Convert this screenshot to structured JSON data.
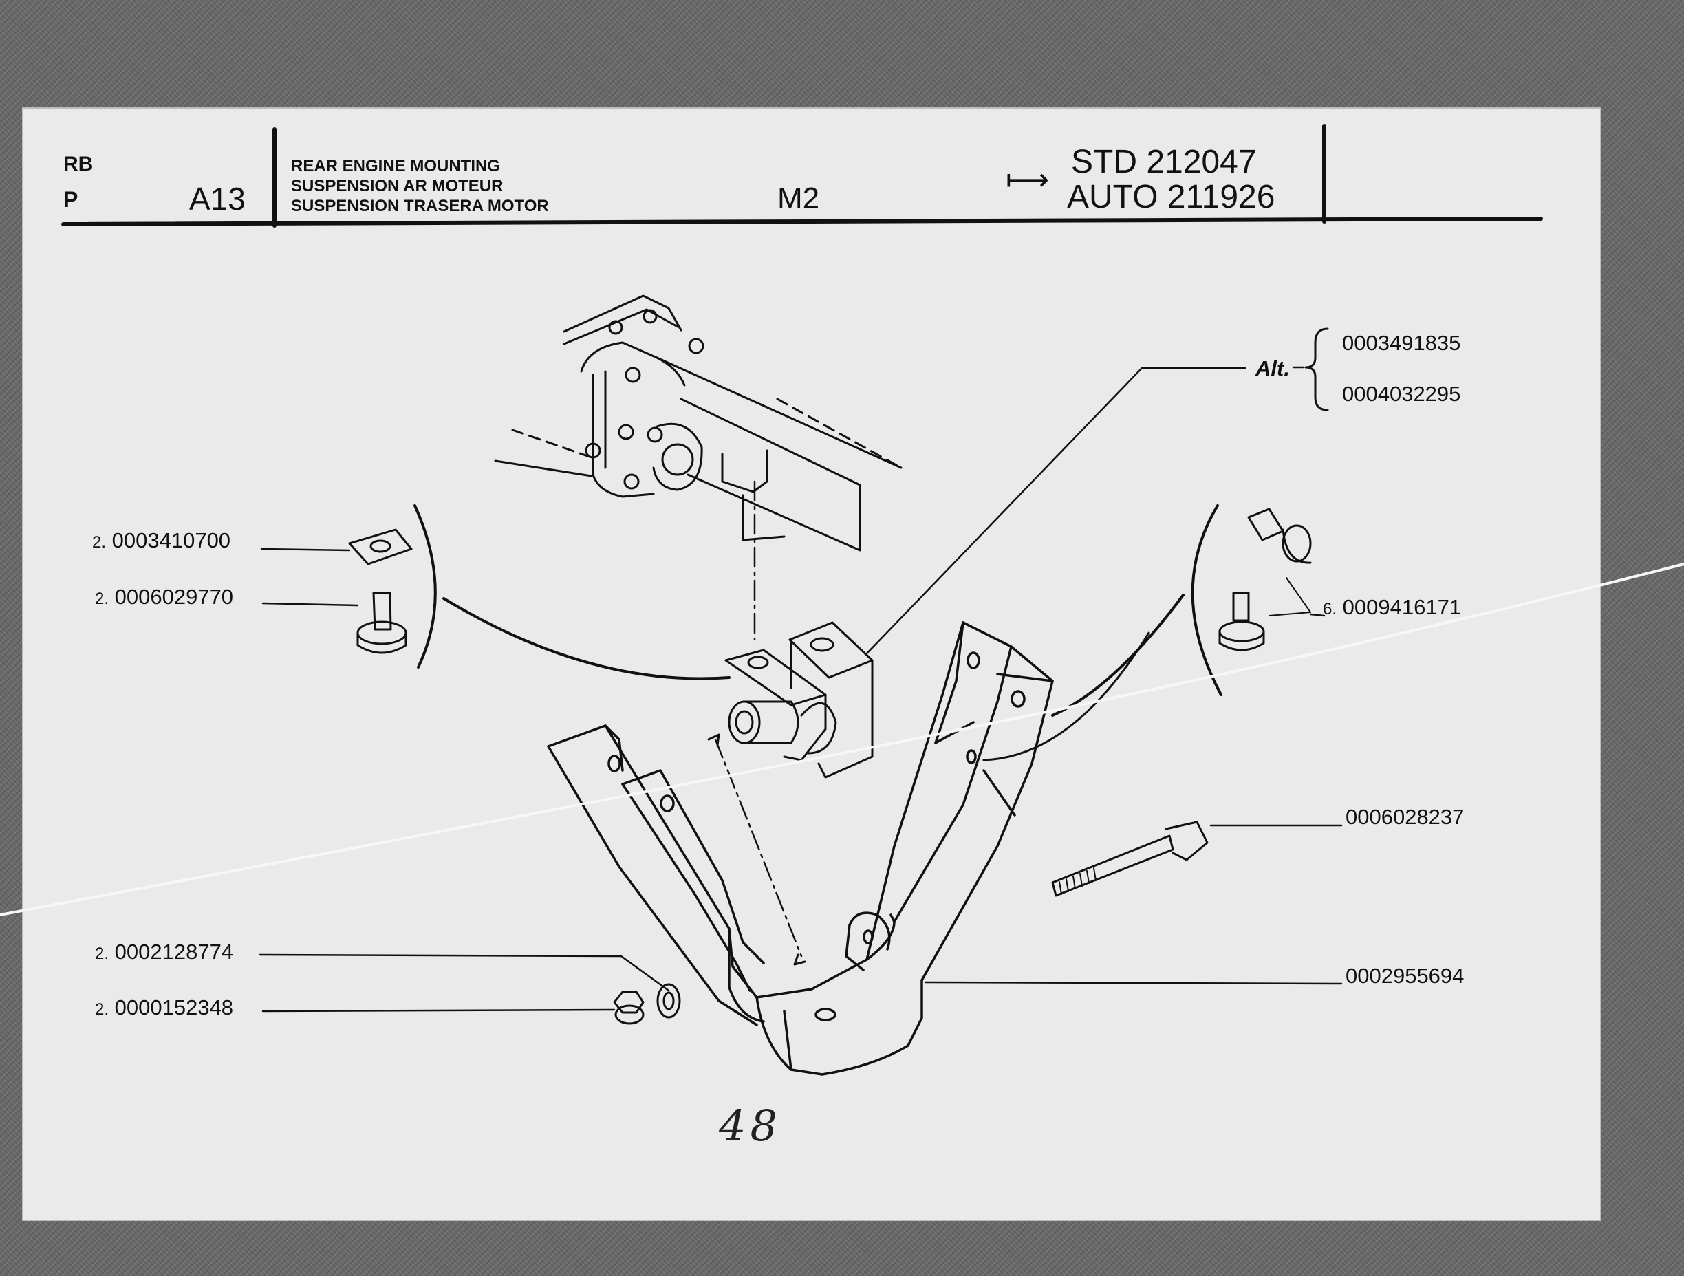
{
  "header": {
    "lang_codes": [
      "RB",
      "P"
    ],
    "section_code": "A13",
    "titles": [
      "REAR ENGINE MOUNTING",
      "SUSPENSION AR MOTEUR",
      "SUSPENSION TRASERA MOTOR"
    ],
    "model_code": "M2",
    "arrow_symbol": "⟼",
    "serial_lines": [
      "STD 212047",
      "AUTO 211926"
    ]
  },
  "parts": [
    {
      "qty": "2.",
      "number": "0003410700"
    },
    {
      "qty": "2.",
      "number": "0006029770"
    },
    {
      "qty": "2.",
      "number": "0002128774"
    },
    {
      "qty": "2.",
      "number": "0000152348"
    },
    {
      "qty": "6.",
      "number": "0009416171"
    },
    {
      "qty": "",
      "number": "0006028237"
    },
    {
      "qty": "",
      "number": "0002955694"
    }
  ],
  "alternatives": {
    "label": "Alt.",
    "numbers": [
      "0003491835",
      "0004032295"
    ]
  },
  "page_number_handwritten": "48",
  "colors": {
    "paper": "#eaeaea",
    "ink": "#111111",
    "backdrop": "#6a6a6a"
  }
}
